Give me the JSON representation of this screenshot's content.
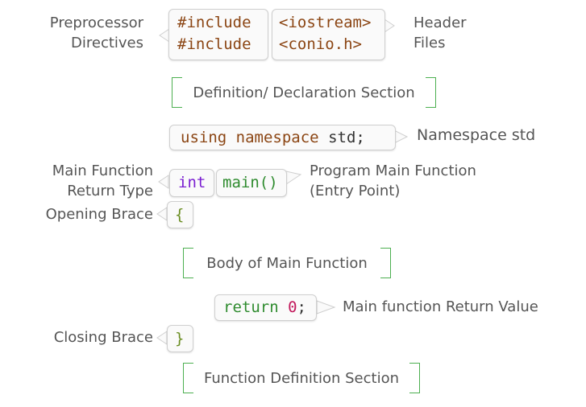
{
  "labels": {
    "preprocessor": [
      "Preprocessor",
      "Directives"
    ],
    "header_files": [
      "Header",
      "Files"
    ],
    "namespace_std": "Namespace std",
    "main_return_type": [
      "Main Function",
      "Return Type"
    ],
    "program_main": [
      "Program Main Function",
      "(Entry Point)"
    ],
    "opening_brace": "Opening Brace",
    "main_return_value": "Main function Return Value",
    "closing_brace": "Closing Brace"
  },
  "sections": {
    "definition_declaration": "Definition/ Declaration Section",
    "body_main": "Body of Main Function",
    "function_definition": "Function Definition Section"
  },
  "code": {
    "include_1": "#include",
    "include_2": "#include",
    "iostream": "<iostream>",
    "conio": "<conio.h>",
    "using_kw": "using",
    "namespace_kw": "namespace",
    "std_kw": "std",
    "semicolon": ";",
    "int_kw": "int",
    "main_call": "main()",
    "open_brace": "{",
    "return_kw": "return",
    "zero": "0",
    "return_semicolon": ";",
    "close_brace": "}"
  },
  "colors": {
    "keyword_brown": "#8b4513",
    "type_purple": "#7a1fd1",
    "function_green": "#2e8b2e",
    "number_pink": "#c2185b",
    "brace_olive": "#6b8e23",
    "section_bracket_green": "#4caf50",
    "label_gray": "#555555"
  }
}
